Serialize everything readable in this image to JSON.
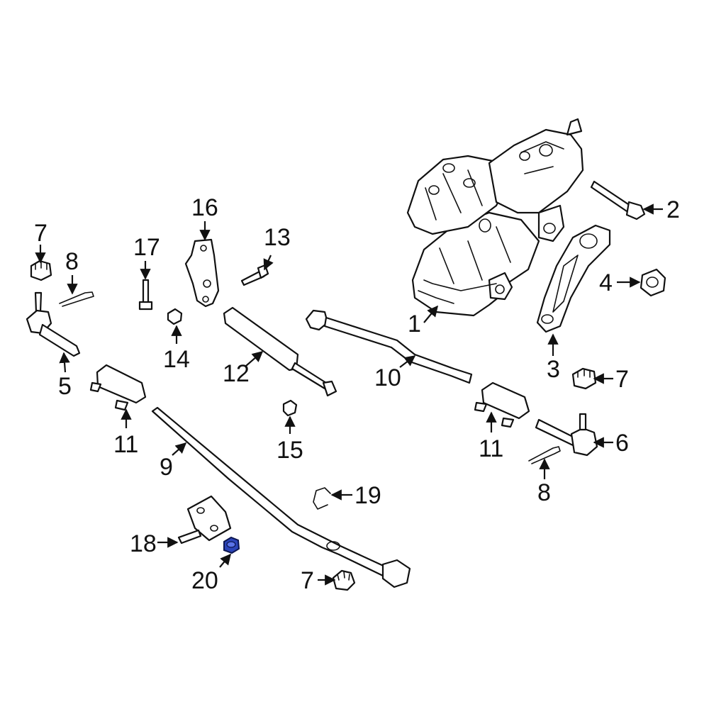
{
  "diagram": {
    "highlight_color": "#2b44b8",
    "callouts": [
      {
        "key": "c1",
        "label": "1"
      },
      {
        "key": "c2",
        "label": "2"
      },
      {
        "key": "c3",
        "label": "3"
      },
      {
        "key": "c4",
        "label": "4"
      },
      {
        "key": "c5",
        "label": "5"
      },
      {
        "key": "c6",
        "label": "6"
      },
      {
        "key": "c7a",
        "label": "7"
      },
      {
        "key": "c7b",
        "label": "7"
      },
      {
        "key": "c7c",
        "label": "7"
      },
      {
        "key": "c8a",
        "label": "8"
      },
      {
        "key": "c8b",
        "label": "8"
      },
      {
        "key": "c9",
        "label": "9"
      },
      {
        "key": "c10",
        "label": "10"
      },
      {
        "key": "c11a",
        "label": "11"
      },
      {
        "key": "c11b",
        "label": "11"
      },
      {
        "key": "c12",
        "label": "12"
      },
      {
        "key": "c13",
        "label": "13"
      },
      {
        "key": "c14",
        "label": "14"
      },
      {
        "key": "c15",
        "label": "15"
      },
      {
        "key": "c16",
        "label": "16"
      },
      {
        "key": "c17",
        "label": "17"
      },
      {
        "key": "c18",
        "label": "18"
      },
      {
        "key": "c19",
        "label": "19"
      },
      {
        "key": "c20",
        "label": "20"
      }
    ]
  }
}
